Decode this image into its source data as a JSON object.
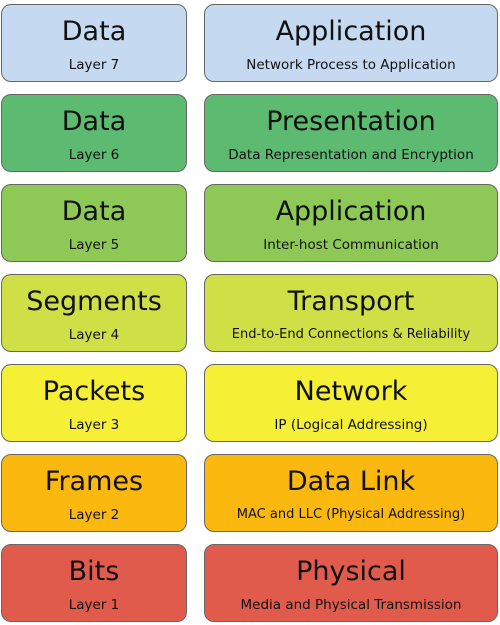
{
  "layers": [
    {
      "data_unit": "Data",
      "layer_label": "Layer 7",
      "name": "Application",
      "description": "Network Process to Application",
      "color": "#c5daf0"
    },
    {
      "data_unit": "Data",
      "layer_label": "Layer 6",
      "name": "Presentation",
      "description": "Data Representation and Encryption",
      "color": "#5cba71"
    },
    {
      "data_unit": "Data",
      "layer_label": "Layer 5",
      "name": "Application",
      "description": "Inter-host Communication",
      "color": "#8ec958"
    },
    {
      "data_unit": "Segments",
      "layer_label": "Layer 4",
      "name": "Transport",
      "description": "End-to-End Connections & Reliability",
      "color": "#cfe046"
    },
    {
      "data_unit": "Packets",
      "layer_label": "Layer 3",
      "name": "Network",
      "description": "IP (Logical Addressing)",
      "color": "#f5f036"
    },
    {
      "data_unit": "Frames",
      "layer_label": "Layer 2",
      "name": "Data Link",
      "description": "MAC and LLC (Physical Addressing)",
      "color": "#fbb80f"
    },
    {
      "data_unit": "Bits",
      "layer_label": "Layer 1",
      "name": "Physical",
      "description": "Media and Physical Transmission",
      "color": "#e15b4d"
    }
  ]
}
